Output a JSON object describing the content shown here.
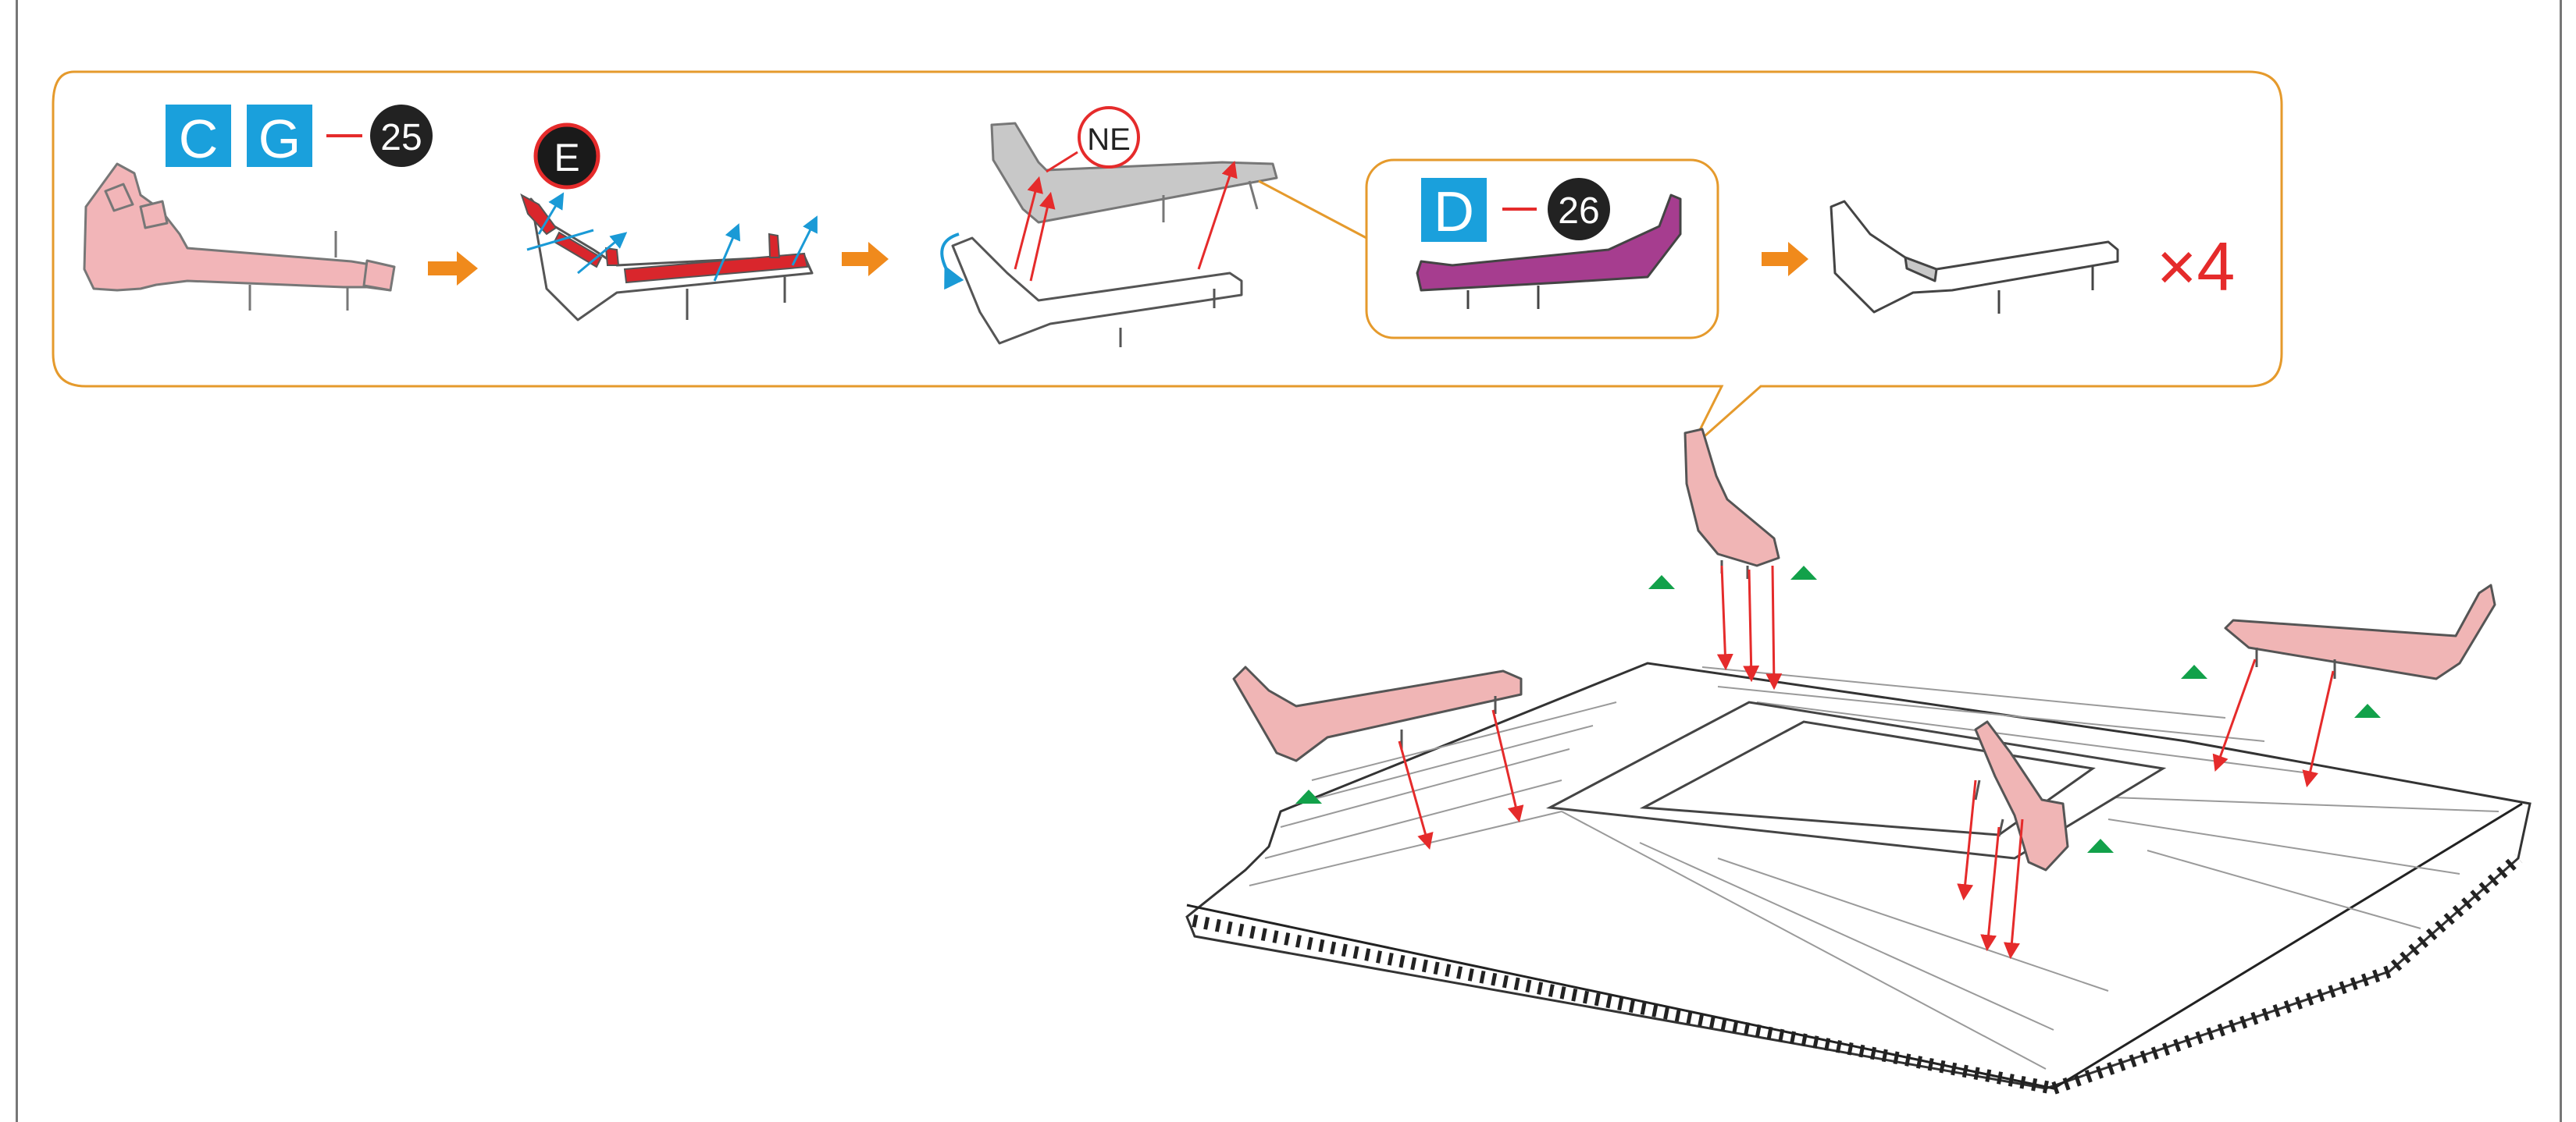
{
  "step_box": {
    "step1": {
      "part_codes": [
        {
          "letter": "C",
          "color": "#1aa0dc"
        },
        {
          "letter": "G",
          "color": "#1aa0dc"
        }
      ],
      "sheet_number": "25",
      "part_color": "#f2b5b8"
    },
    "step2": {
      "callout_letter": "E",
      "sticker_color": "#d9262c"
    },
    "step3": {
      "callout_text": "NE",
      "insert_color": "#c8c8c8"
    },
    "inset": {
      "part_code": {
        "letter": "D",
        "color": "#1aa0dc"
      },
      "sheet_number": "26",
      "part_color": "#a63d8f"
    },
    "quantity": "×4"
  },
  "colors": {
    "border": "#e59a2c",
    "arrow": "#f08a1c",
    "guide": "#e52b2b",
    "fold": "#1a9ad6",
    "marker": "#12a14a",
    "pink": "#f0b5b5",
    "stadium_line": "#9a9a9a"
  },
  "icons": [
    "step-arrow-icon",
    "fold-arrow-icon",
    "rotate-arrow-icon",
    "triangle-marker-icon"
  ]
}
